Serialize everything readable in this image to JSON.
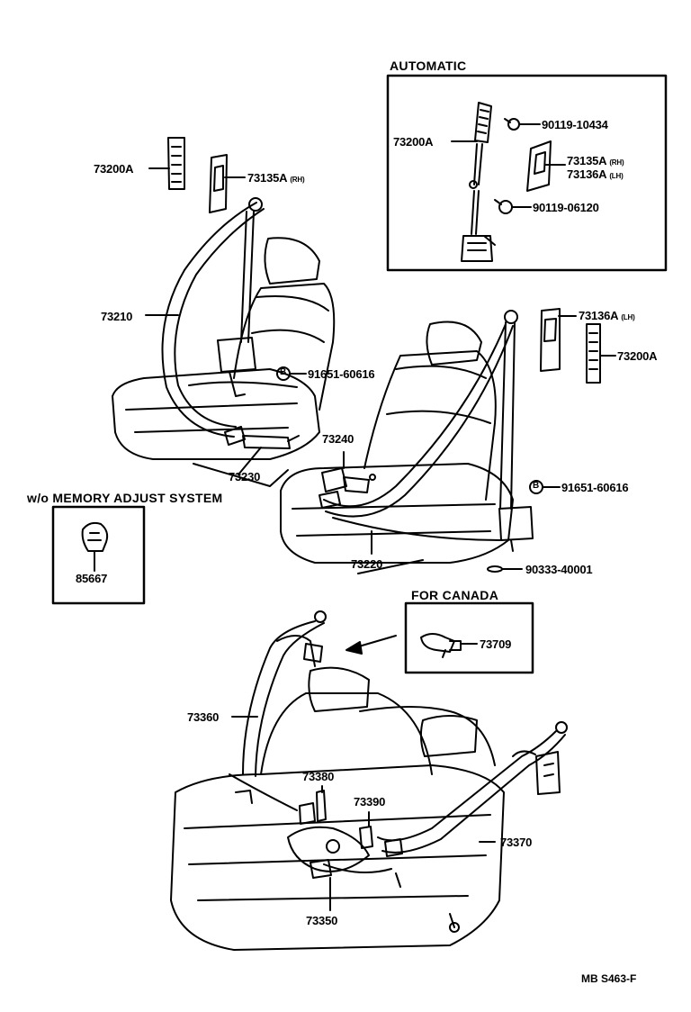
{
  "sections": {
    "automatic": "AUTOMATIC",
    "memory": "w/o MEMORY  ADJUST  SYSTEM",
    "canada": "FOR  CANADA"
  },
  "labels": {
    "p73200A_left": "73200A",
    "p73135A_left": "73135A",
    "rh_left": "(RH)",
    "p73210": "73210",
    "p91651_left": "91651-60616",
    "p73230": "73230",
    "p73240": "73240",
    "p73220": "73220",
    "p85667": "85667",
    "p73200A_auto": "73200A",
    "p90119_10434": "90119-10434",
    "p73135A_auto": "73135A",
    "rh_auto": "(RH)",
    "p73136A_auto": "73136A",
    "lh_auto": "(LH)",
    "p90119_06120": "90119-06120",
    "p73136A_right": "73136A",
    "lh_right": "(LH)",
    "p73200A_right": "73200A",
    "p91651_right": "91651-60616",
    "p90333": "90333-40001",
    "p73709": "73709",
    "p73360": "73360",
    "p73380": "73380",
    "p73390": "73390",
    "p73370": "73370",
    "p73350": "73350"
  },
  "footer_code": "MB S463-F",
  "bolt_marks": [
    "B",
    "B"
  ]
}
